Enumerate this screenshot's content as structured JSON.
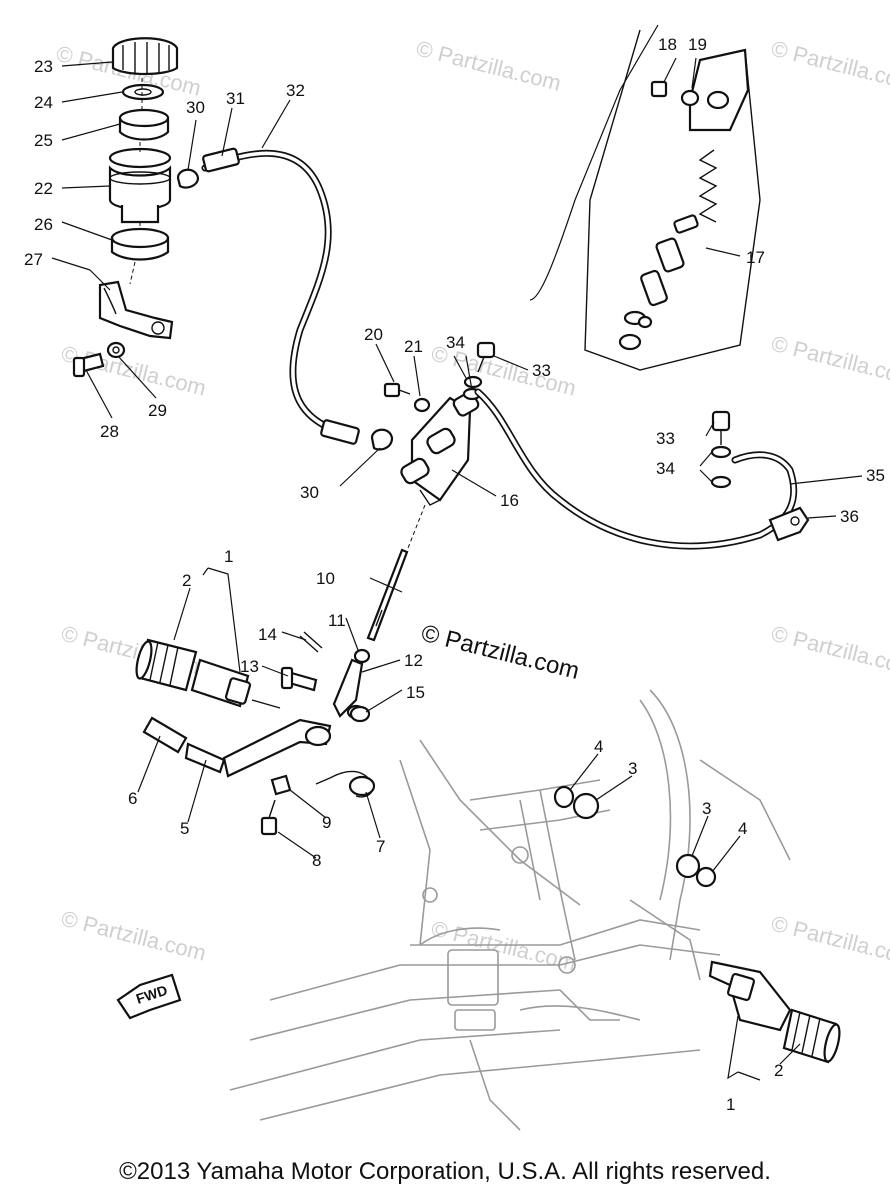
{
  "callouts": {
    "c1a": "1",
    "c1b": "1",
    "c2a": "2",
    "c2b": "2",
    "c3a": "3",
    "c3b": "3",
    "c4a": "4",
    "c4b": "4",
    "c5": "5",
    "c6": "6",
    "c7": "7",
    "c8": "8",
    "c9": "9",
    "c10": "10",
    "c11": "11",
    "c12": "12",
    "c13": "13",
    "c14": "14",
    "c15": "15",
    "c16": "16",
    "c17": "17",
    "c18": "18",
    "c19": "19",
    "c20": "20",
    "c21": "21",
    "c22": "22",
    "c23": "23",
    "c24": "24",
    "c25": "25",
    "c26": "26",
    "c27": "27",
    "c28": "28",
    "c29": "29",
    "c30a": "30",
    "c30b": "30",
    "c31": "31",
    "c32": "32",
    "c33a": "33",
    "c33b": "33",
    "c34a": "34",
    "c34b": "34",
    "c35": "35",
    "c36": "36"
  },
  "fwd_label": "FWD",
  "watermark": "© Partzilla.com",
  "copyright": "©2013  Yamaha Motor Corporation, U.S.A. All rights reserved."
}
